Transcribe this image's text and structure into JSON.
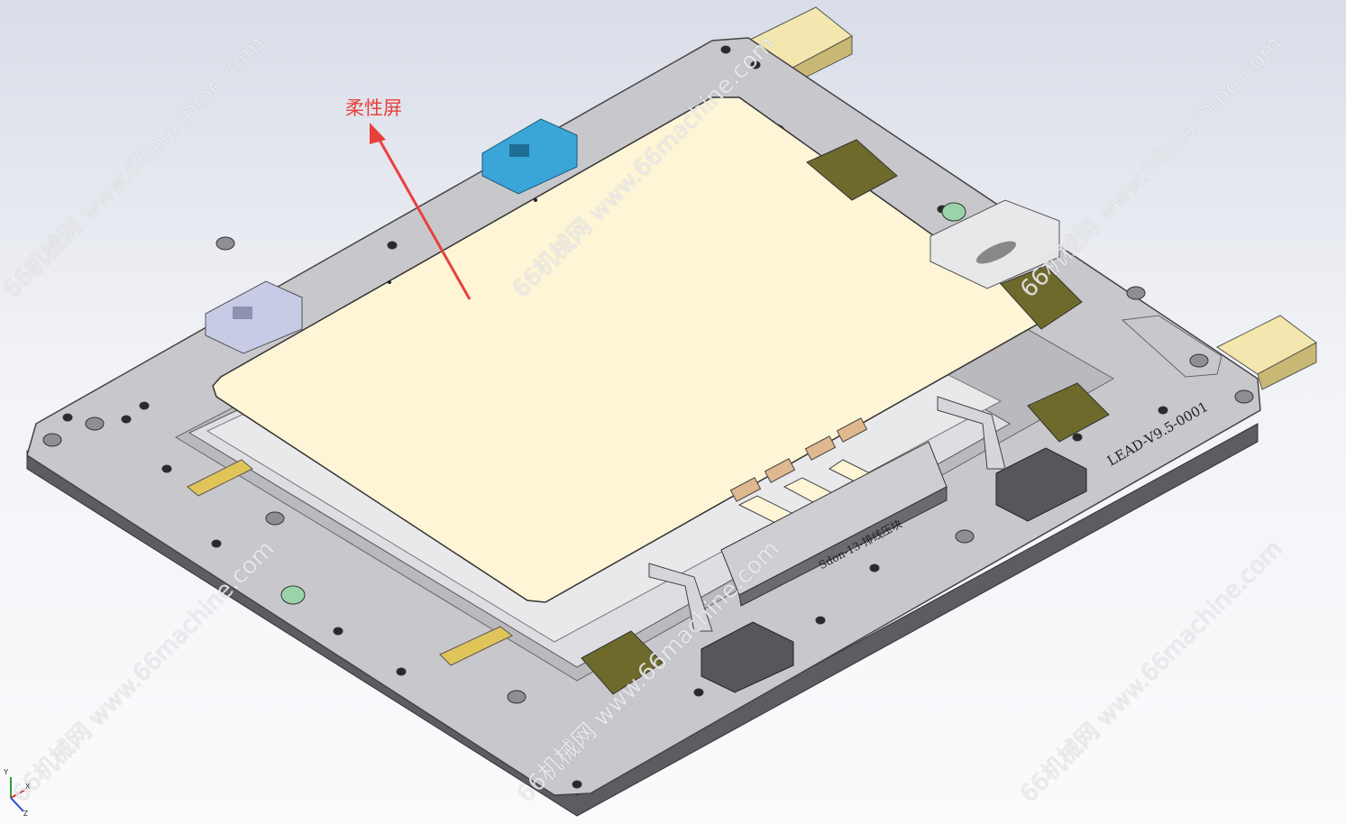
{
  "annotation": {
    "label": "柔性屏",
    "color": "#e8413c"
  },
  "engravings": {
    "plate_id": "LEAD-V9.5-0001",
    "block_label": "Sdon-13-排线压块"
  },
  "watermark": {
    "text": "66机械网 www.66machine.com"
  },
  "colors": {
    "plate": "#c9c9cc",
    "screen": "#fdf5d6",
    "clamp_blue": "#3aa6d8",
    "clamp_olive": "#6e6a2c",
    "pin": "#f1e3a8"
  },
  "triad": {
    "x": "X",
    "y": "Y",
    "z": "Z"
  }
}
